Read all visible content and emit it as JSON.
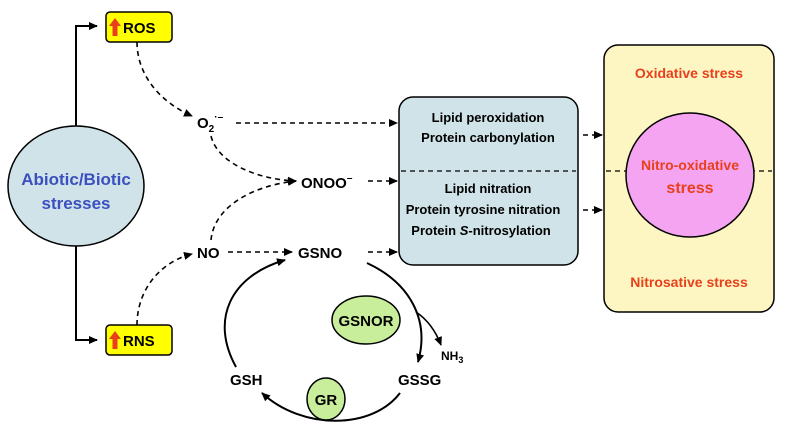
{
  "nodes": {
    "stresses": {
      "line1": "Abiotic/Biotic",
      "line2": "stresses"
    },
    "ros": "ROS",
    "rns": "RNS",
    "superoxide": {
      "base": "O",
      "sub": "2",
      "sup": "·–"
    },
    "no": "NO",
    "peroxynitrite": {
      "base": "ONOO",
      "sup": "–"
    },
    "gsno": "GSNO",
    "gsnor": "GSNOR",
    "ammonia": {
      "base": "NH",
      "sub": "3"
    },
    "gssg": "GSSG",
    "gsh": "GSH",
    "gr": "GR"
  },
  "effects_box": {
    "upper": [
      "Lipid peroxidation",
      "Protein carbonylation"
    ],
    "lower": [
      "Lipid nitration",
      "Protein tyrosine nitration"
    ],
    "lower_last": {
      "prefix": "Protein ",
      "italic": "S",
      "suffix": "-nitrosylation"
    }
  },
  "stress_panel": {
    "oxidative": "Oxidative stress",
    "nitro_oxidative_line1": "Nitro-oxidative",
    "nitro_oxidative_line2": "stress",
    "nitrosative": "Nitrosative stress"
  },
  "colors": {
    "stresses_fill": "#cfe3e8",
    "stresses_text": "#3b4fc0",
    "ros_rns_fill": "#ffff00",
    "up_arrow": "#e8401c",
    "effects_box_fill": "#cfe3e8",
    "panel_fill": "#fdf6c3",
    "nitro_ellipse_fill": "#f4a4f0",
    "stress_text": "#e8401c",
    "enzyme_fill": "#c8ee9c"
  }
}
